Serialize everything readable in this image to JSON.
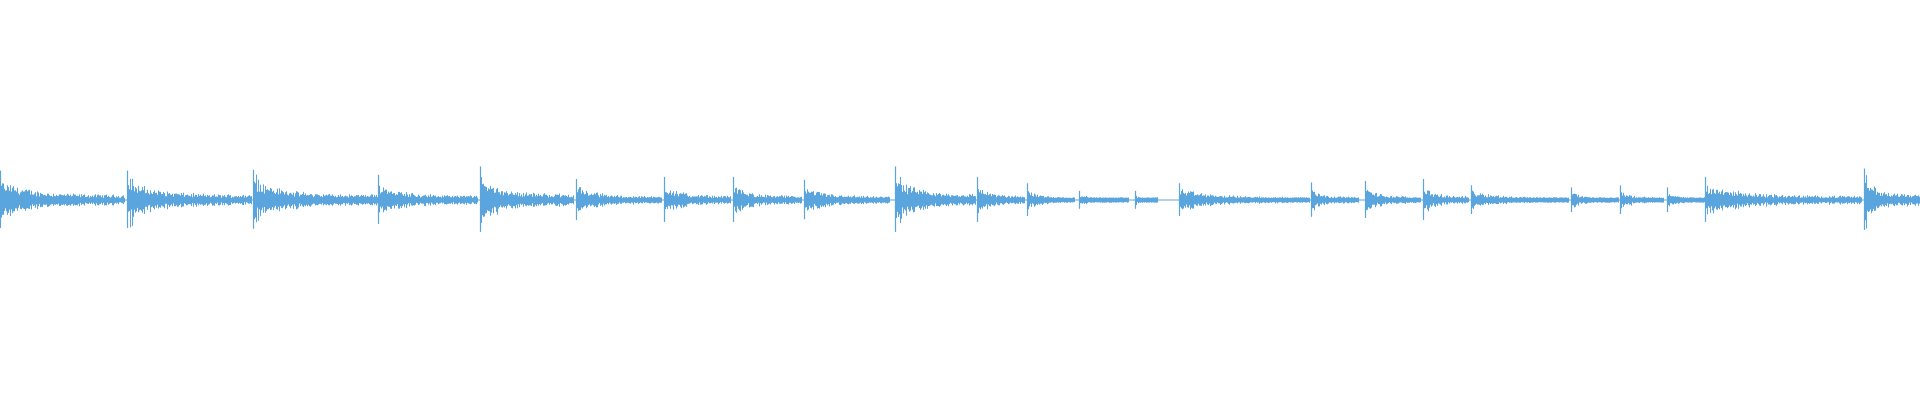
{
  "waveform": {
    "color": "#5aa5de",
    "background": "#ffffff",
    "duration_fraction_max": 1.0,
    "onsets": [
      {
        "t": 0.0,
        "amp": 0.7,
        "len": 0.065
      },
      {
        "t": 0.066,
        "amp": 0.7,
        "len": 0.065
      },
      {
        "t": 0.132,
        "amp": 0.72,
        "len": 0.065
      },
      {
        "t": 0.197,
        "amp": 0.6,
        "len": 0.052
      },
      {
        "t": 0.25,
        "amp": 0.8,
        "len": 0.049
      },
      {
        "t": 0.3,
        "amp": 0.5,
        "len": 0.045
      },
      {
        "t": 0.346,
        "amp": 0.55,
        "len": 0.035
      },
      {
        "t": 0.382,
        "amp": 0.55,
        "len": 0.036
      },
      {
        "t": 0.419,
        "amp": 0.48,
        "len": 0.045
      },
      {
        "t": 0.466,
        "amp": 0.8,
        "len": 0.042
      },
      {
        "t": 0.509,
        "amp": 0.55,
        "len": 0.025
      },
      {
        "t": 0.535,
        "amp": 0.4,
        "len": 0.025
      },
      {
        "t": 0.562,
        "amp": 0.22,
        "len": 0.026
      },
      {
        "t": 0.591,
        "amp": 0.22,
        "len": 0.012
      },
      {
        "t": 0.614,
        "amp": 0.4,
        "len": 0.068
      },
      {
        "t": 0.683,
        "amp": 0.42,
        "len": 0.025
      },
      {
        "t": 0.711,
        "amp": 0.45,
        "len": 0.029
      },
      {
        "t": 0.741,
        "amp": 0.5,
        "len": 0.024
      },
      {
        "t": 0.766,
        "amp": 0.35,
        "len": 0.051
      },
      {
        "t": 0.818,
        "amp": 0.3,
        "len": 0.025
      },
      {
        "t": 0.844,
        "amp": 0.35,
        "len": 0.023
      },
      {
        "t": 0.868,
        "amp": 0.3,
        "len": 0.02
      },
      {
        "t": 0.888,
        "amp": 0.55,
        "len": 0.082
      },
      {
        "t": 0.971,
        "amp": 0.75,
        "len": 0.029
      }
    ]
  }
}
